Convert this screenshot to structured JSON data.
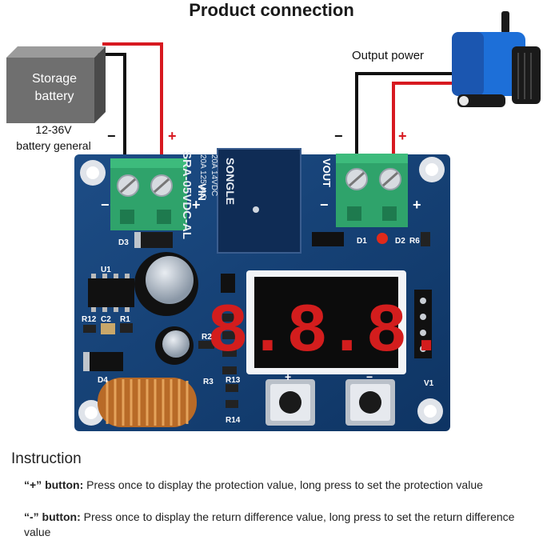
{
  "title": "Product connection",
  "battery": {
    "label_line1": "Storage",
    "label_line2": "battery",
    "spec_line1": "12-36V",
    "spec_line2": "battery general"
  },
  "output": {
    "label": "Output power"
  },
  "polarity": {
    "minus": "−",
    "plus": "+"
  },
  "board": {
    "vin_label": "VIN",
    "vout_label": "VOUT",
    "relay_brand": "SONGLE",
    "relay_rating1": "20A 14VDC",
    "relay_rating2": "20A 125VAC",
    "relay_model": "SRA-05VDC-AL",
    "display_text": "8.8.8.",
    "refs": {
      "d3": "D3",
      "u1": "U1",
      "r12": "R12",
      "c2": "C2",
      "r1": "R1",
      "d4": "D4",
      "r2": "R2",
      "r3": "R3",
      "r13": "R13",
      "r14": "R14",
      "d1": "D1",
      "d2": "D2",
      "r6": "R6",
      "v1": "V1"
    },
    "btn_plus_mark": "+",
    "btn_minus_mark": "−"
  },
  "instruction": {
    "title": "Instruction",
    "plus_name": "“+” button:",
    "plus_text": " Press once to display the protection value, long press to set the protection value",
    "minus_name": "“-” button:",
    "minus_text": " Press once to display the return difference value, long press to set the return difference value"
  }
}
